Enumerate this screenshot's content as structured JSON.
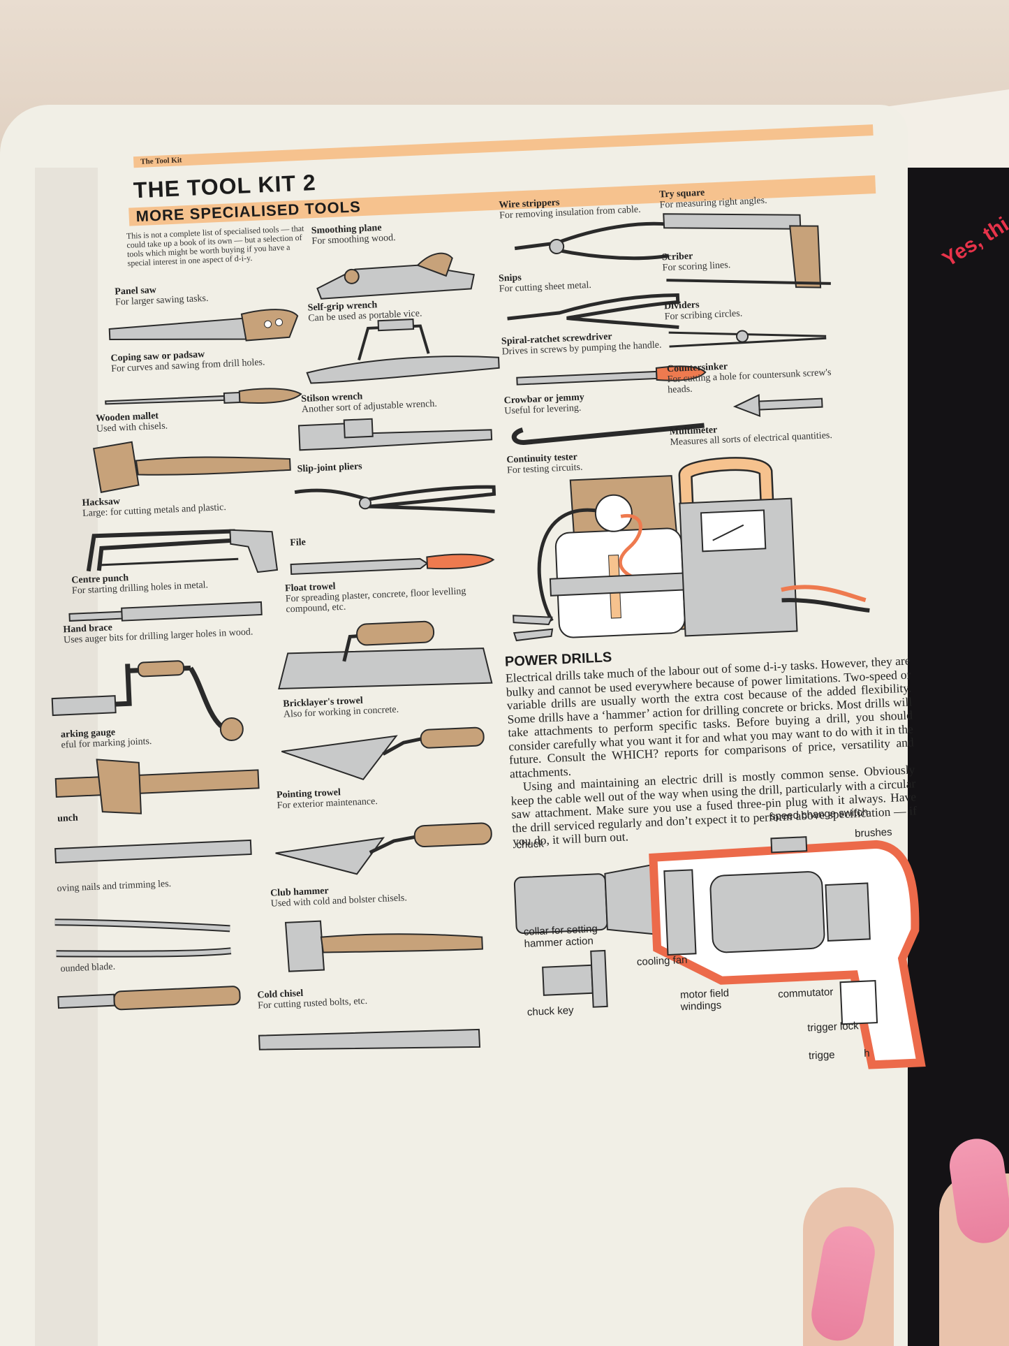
{
  "page": {
    "running_head": "The Tool Kit",
    "title": "THE TOOL KIT 2",
    "subtitle": "MORE SPECIALISED TOOLS",
    "intro": "This is not a complete list of specialised tools — that could take up a book of its own — but a selection of tools which might be worth buying if you have a special interest in one aspect of d-i-y."
  },
  "tools": {
    "panel_saw": {
      "name": "Panel saw",
      "desc": "For larger sawing tasks."
    },
    "coping_saw": {
      "name": "Coping saw or padsaw",
      "desc": "For curves and sawing from drill holes."
    },
    "wooden_mallet": {
      "name": "Wooden mallet",
      "desc": "Used with chisels."
    },
    "hacksaw": {
      "name": "Hacksaw",
      "desc": "Large: for cutting metals and plastic."
    },
    "centre_punch": {
      "name": "Centre punch",
      "desc": "For starting drilling holes in metal."
    },
    "hand_brace": {
      "name": "Hand brace",
      "desc": "Uses auger bits for drilling larger holes in wood."
    },
    "marking_gauge": {
      "name": "arking gauge",
      "desc": "eful for marking joints."
    },
    "punch": {
      "name": "unch",
      "desc": ""
    },
    "pincers": {
      "name": "",
      "desc": "oving nails and trimming les."
    },
    "rounded_chisel": {
      "name": "",
      "desc": "ounded blade."
    },
    "smoothing_plane": {
      "name": "Smoothing plane",
      "desc": "For smoothing wood."
    },
    "self_grip_wrench": {
      "name": "Self-grip wrench",
      "desc": "Can be used as portable vice."
    },
    "stilson_wrench": {
      "name": "Stilson wrench",
      "desc": "Another sort of adjustable wrench."
    },
    "slip_joint_pliers": {
      "name": "Slip-joint pliers",
      "desc": ""
    },
    "file": {
      "name": "File",
      "desc": ""
    },
    "float_trowel": {
      "name": "Float trowel",
      "desc": "For spreading plaster, concrete, floor levelling compound, etc."
    },
    "bricklayers_trowel": {
      "name": "Bricklayer's trowel",
      "desc": "Also for working in concrete."
    },
    "pointing_trowel": {
      "name": "Pointing trowel",
      "desc": "For exterior maintenance."
    },
    "club_hammer": {
      "name": "Club hammer",
      "desc": "Used with cold and bolster chisels."
    },
    "cold_chisel": {
      "name": "Cold chisel",
      "desc": "For cutting rusted bolts, etc."
    },
    "wire_strippers": {
      "name": "Wire strippers",
      "desc": "For removing insulation from cable."
    },
    "snips": {
      "name": "Snips",
      "desc": "For cutting sheet metal."
    },
    "spiral_screwdriver": {
      "name": "Spiral-ratchet screwdriver",
      "desc": "Drives in screws by pumping the handle."
    },
    "crowbar": {
      "name": "Crowbar or jemmy",
      "desc": "Useful for levering."
    },
    "continuity_tester": {
      "name": "Continuity tester",
      "desc": "For testing circuits."
    },
    "try_square": {
      "name": "Try square",
      "desc": "For measuring right angles."
    },
    "scriber": {
      "name": "Scriber",
      "desc": "For scoring lines."
    },
    "dividers": {
      "name": "Dividers",
      "desc": "For scribing circles."
    },
    "countersinker": {
      "name": "Countersinker",
      "desc": "For cutting a hole for countersunk screw's heads."
    },
    "multimeter": {
      "name": "Multimeter",
      "desc": "Measures all sorts of electrical quantities."
    }
  },
  "power_drills": {
    "heading": "POWER DRILLS",
    "para1": "Electrical drills take much of the labour out of some d-i-y tasks. However, they are bulky and cannot be used everywhere because of power limitations. Two-speed or variable drills are usually worth the extra cost because of the added flexibility. Some drills have a ‘hammer’ action for drilling concrete or bricks. Most drills will take attachments to perform specific tasks. Before buying a drill, you should consider carefully what you want it for and what you may want to do with it in the future. Consult the WHICH? reports for comparisons of price, versatility and attachments.",
    "para2": "Using and maintaining an electric drill is mostly common sense. Obviously keep the cable well out of the way when using the drill, particularly with a circular saw attachment. Make sure you use a fused three-pin plug with it always. Have the drill serviced regularly and don’t expect it to perform above specification — if you do, it will burn out.",
    "labels": {
      "chuck": "chuck",
      "speed_switch": "speed change switch",
      "brushes": "brushes",
      "collar": "collar for setting hammer action",
      "cooling_fan": "cooling fan",
      "chuck_key": "chuck key",
      "motor_field": "motor field windings",
      "commutator": "commutator",
      "trigger_lock": "trigger lock",
      "trigger_switch": "trigge          h"
    }
  },
  "scene": {
    "adjacent_book_text": "Yes, thi"
  },
  "colors": {
    "accent_band": "#f6c28e",
    "wood": "#c7a27a",
    "orange_handle": "#ee7a4f",
    "metal": "#c8c9c9",
    "outline": "#2a2a2a",
    "drill_red": "#ec6a4a"
  }
}
